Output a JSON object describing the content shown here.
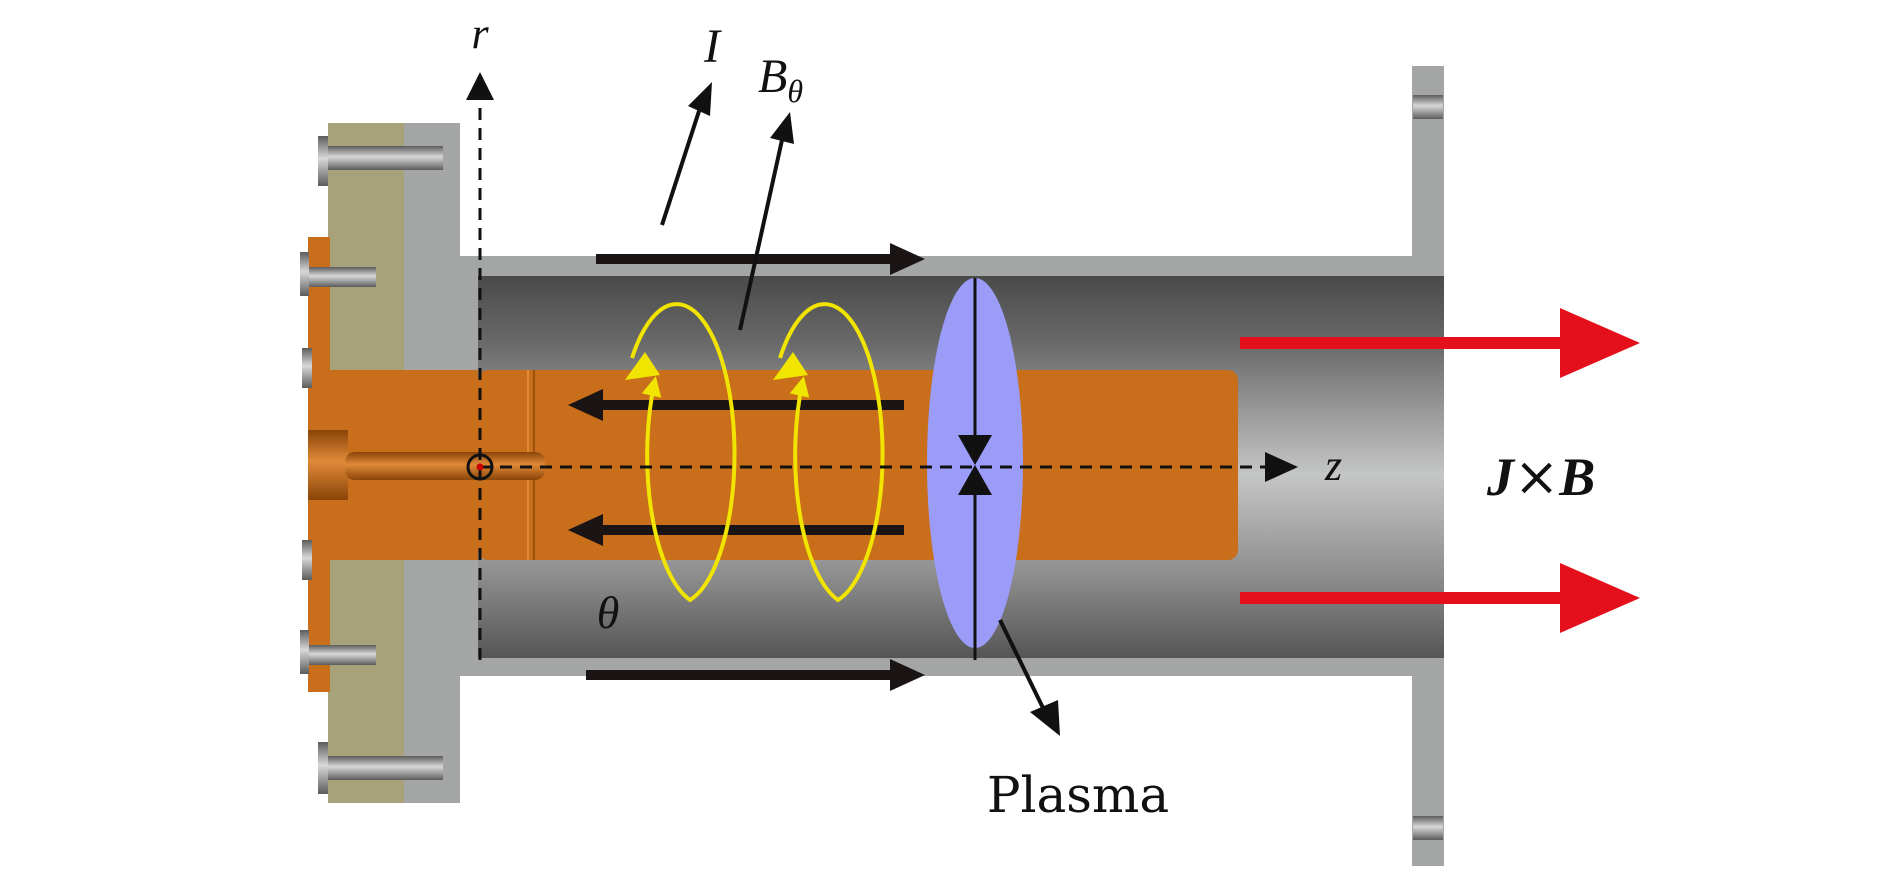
{
  "labels": {
    "r_axis": "r",
    "current": "I",
    "b_field_main": "B",
    "b_field_sub": "θ",
    "z_axis": "z",
    "theta": "θ",
    "plasma": "Plasma",
    "force_j": "J",
    "force_times": "×",
    "force_b": "B"
  },
  "colors": {
    "copper": "#c96e1a",
    "insulator": "#a8a27a",
    "steel": "#a4a6a5",
    "plasma": "#9a9cf8",
    "field_loop": "#f1e400",
    "force_arrow": "#e3101b",
    "ink": "#111111"
  },
  "icons": {
    "origin": "circled-dot-icon"
  }
}
